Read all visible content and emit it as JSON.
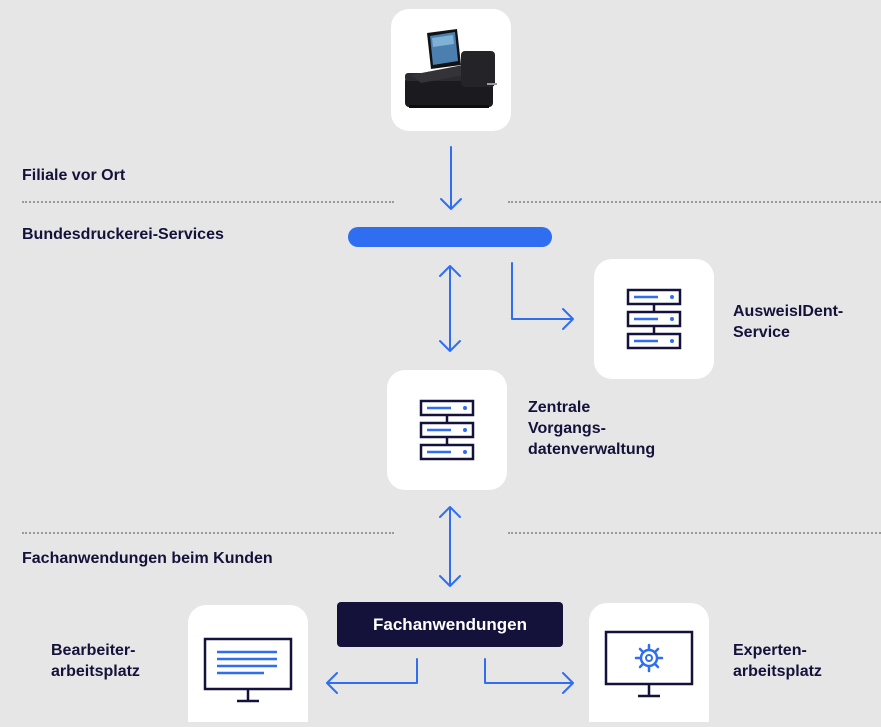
{
  "zones": {
    "filiale": "Filiale vor Ort",
    "services": "Bundesdruckerei-Services",
    "fachanwendungen": "Fachanwendungen beim Kunden"
  },
  "nodes": {
    "ausweis_line1": "AusweisIDent-",
    "ausweis_line2": "Service",
    "zentrale_line1": "Zentrale",
    "zentrale_line2": "Vorgangs-",
    "zentrale_line3": "datenverwaltung",
    "bearbeiter_line1": "Bearbeiter-",
    "bearbeiter_line2": "arbeitsplatz",
    "experten_line1": "Experten-",
    "experten_line2": "arbeitsplatz",
    "fachanwendungen_box": "Fachanwendungen"
  },
  "icons": {
    "device": "id-terminal-device-icon",
    "server": "server-stack-icon",
    "monitor_text": "monitor-document-icon",
    "monitor_gear": "monitor-gear-icon"
  },
  "colors": {
    "background": "#e6e6e6",
    "accent": "#2f6ef0",
    "navy": "#14123a",
    "card": "#ffffff"
  }
}
